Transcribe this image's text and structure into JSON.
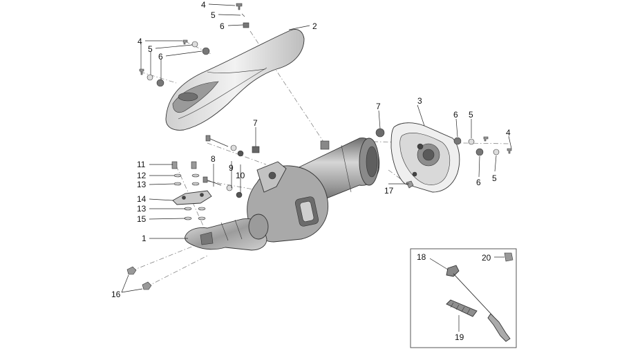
{
  "callouts": {
    "c1": "1",
    "c2": "2",
    "c3": "3",
    "c4a": "4",
    "c4b": "4",
    "c4c": "4",
    "c5a": "5",
    "c5b": "5",
    "c5c": "5",
    "c5d": "5",
    "c6a": "6",
    "c6b": "6",
    "c6c": "6",
    "c6d": "6",
    "c7a": "7",
    "c7b": "7",
    "c8": "8",
    "c9": "9",
    "c10": "10",
    "c11": "11",
    "c12": "12",
    "c13a": "13",
    "c13b": "13",
    "c14": "14",
    "c15": "15",
    "c16": "16",
    "c17": "17",
    "c18": "18",
    "c19": "19",
    "c20": "20"
  },
  "colors": {
    "ink": "#333333",
    "shade_dark": "#7a7a7a",
    "shade_mid": "#b8b8b8",
    "shade_light": "#e4e4e4"
  }
}
